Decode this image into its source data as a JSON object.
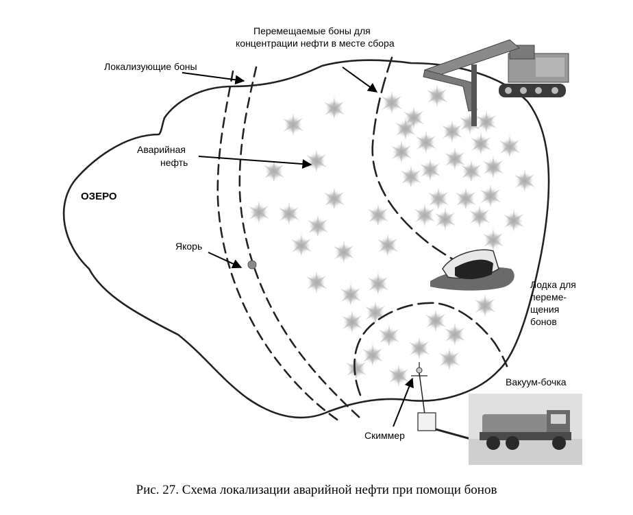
{
  "diagram": {
    "lake_label": "ОЗЕРО",
    "labels": {
      "localizing_booms": "Локализующие боны",
      "movable_booms_line1": "Перемещаемые боны для",
      "movable_booms_line2": "концентрации нефти в месте сбора",
      "emergency_oil_line1": "Аварийная",
      "emergency_oil_line2": "нефть",
      "anchor": "Якорь",
      "boat_line1": "Лодка для",
      "boat_line2": "переме-",
      "boat_line3": "щения",
      "boat_line4": "бонов",
      "vacuum_truck": "Вакуум-бочка",
      "skimmer": "Скиммер"
    }
  },
  "caption": "Рис. 27. Схема локализации аварийной нефти при помощи бонов"
}
